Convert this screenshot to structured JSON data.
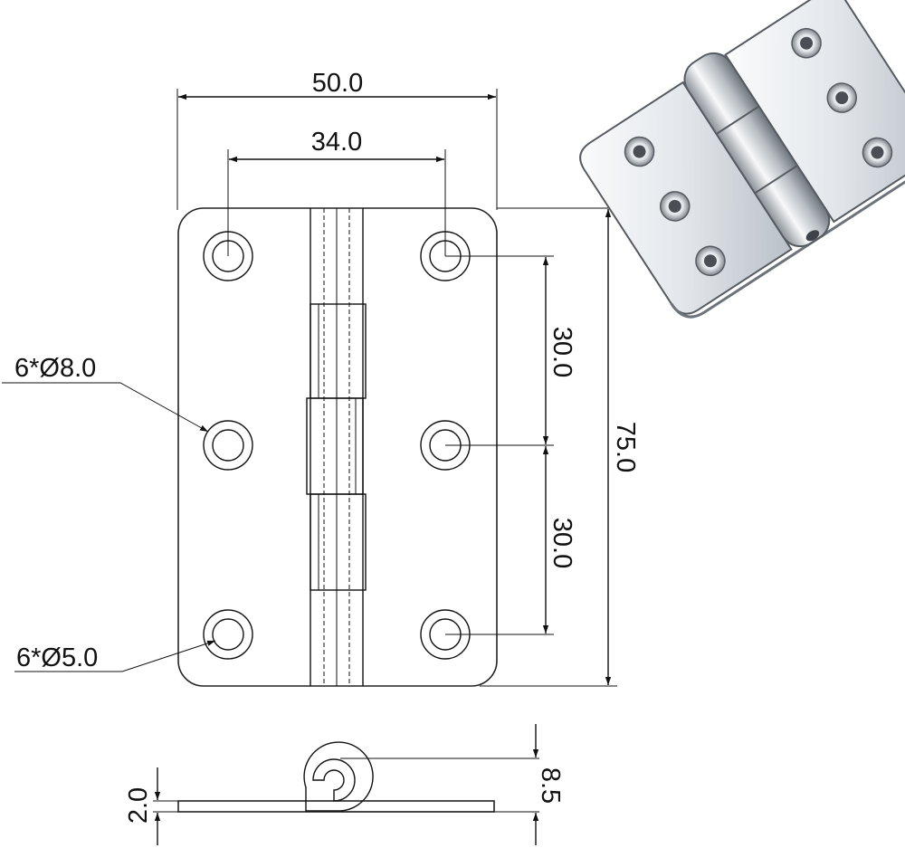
{
  "drawing": {
    "dimensions": {
      "overall_width": "50.0",
      "hole_spacing_horizontal": "34.0",
      "overall_height": "75.0",
      "hole_spacing_vertical_top": "30.0",
      "hole_spacing_vertical_bottom": "30.0",
      "counterbore_callout": "6*Ø8.0",
      "hole_callout": "6*Ø5.0",
      "leaf_thickness": "2.0",
      "knuckle_height": "8.5"
    },
    "colors": {
      "line": "#111111",
      "metal_light": "#f2f4f6",
      "metal_mid": "#c9ced4",
      "metal_dark": "#6d737a"
    },
    "photo": {
      "icon": "stainless-hinge-photo"
    }
  }
}
